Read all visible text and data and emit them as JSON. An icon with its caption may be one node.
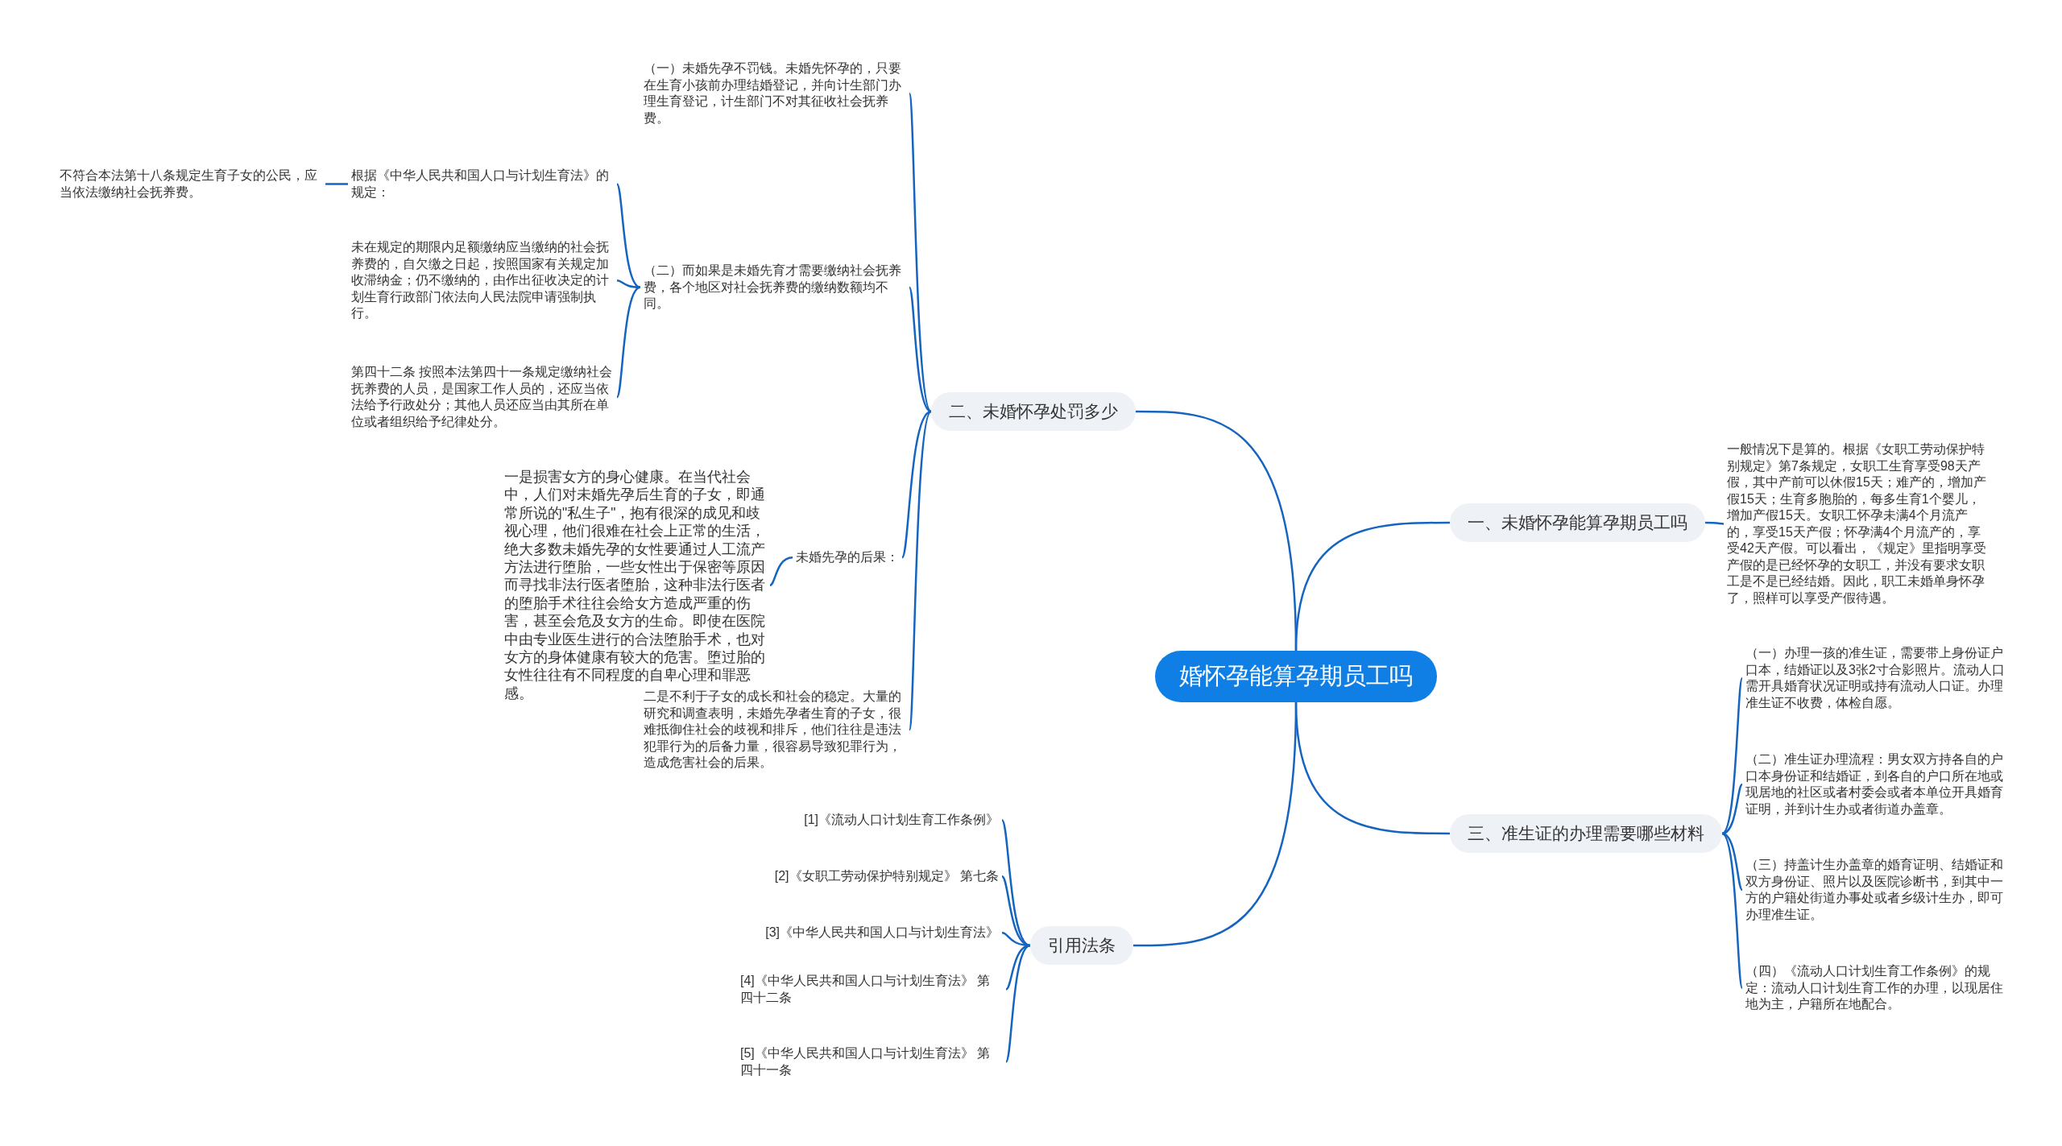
{
  "diagram": {
    "nodes": [
      {
        "text": [
          "婚怀孕能算孕期员工吗"
        ]
      },
      {
        "text": [
          "一、未婚怀孕能算孕期员工吗"
        ]
      },
      {
        "text": [
          "一般情况下是算的。根据《女职工劳动保护特别规定》第7条规定，女职工生育享受98天产假，其中产前可以休假15天；难产的，增加产假15天；生育多胞胎的，每多生育1个婴儿，增加产假15天。女职工怀孕未满4个月流产的，享受15天产假；怀孕满4个月流产的，享受42天产假。可以看出，《规定》里指明享受产假的是已经怀孕的女职工，并没有要求女职工是不是已经结婚。因此，职工未婚单身怀孕了，照样可以享受产假待遇。"
        ]
      },
      {
        "text": [
          "二、未婚怀孕处罚多少"
        ]
      },
      {
        "text": [
          "（一）未婚先孕不罚钱。未婚先怀孕的，只要在生育小孩前办理结婚登记，并向计生部门办理生育登记，计生部门不对其征收社会抚养费。"
        ]
      },
      {
        "text": [
          "（二）而如果是未婚先育才需要缴纳社会抚养费，各个地区对社会抚养费的缴纳数额均不同。"
        ]
      },
      {
        "text": [
          "根据《中华人民共和国人口与计划生育法》的规定："
        ]
      },
      {
        "text": [
          "不符合本法第十八条规定生育子女的公民，应当依法缴纳社会抚养费。"
        ]
      },
      {
        "text": [
          "未在规定的期限内足额缴纳应当缴纳的社会抚养费的，自欠缴之日起，按照国家有关规定加收滞纳金；仍不缴纳的，由作出征收决定的计划生育行政部门依法向人民法院申请强制执行。"
        ]
      },
      {
        "text": [
          "第四十二条 按照本法第四十一条规定缴纳社会抚养费的人员，是国家工作人员的，还应当依法给予行政处分；其他人员还应当由其所在单位或者组织给予纪律处分。"
        ]
      },
      {
        "text": [
          "未婚先孕的后果："
        ]
      },
      {
        "text": [
          "一是损害女方的身心健康。在当代社会中，人们对未婚先孕后生育的子女，即通常所说的\"私生子\"，抱有很深的成见和歧视心理，他们很难在社会上正常的生活，绝大多数未婚先孕的女性要通过人工流产方法进行堕胎，一些女性出于保密等原因而寻找非法行医者堕胎，这种非法行医者的堕胎手术往往会给女方造成严重的伤害，甚至会危及女方的生命。即使在医院中由专业医生进行的合法堕胎手术，也对女方的身体健康有较大的危害。堕过胎的女性往往有不同程度的自卑心理和罪恶感。"
        ]
      },
      {
        "text": [
          "二是不利于子女的成长和社会的稳定。大量的研究和调查表明，未婚先孕者生育的子女，很难抵御住社会的歧视和排斥，他们往往是违法犯罪行为的后备力量，很容易导致犯罪行为，造成危害社会的后果。"
        ]
      },
      {
        "text": [
          "三、准生证的办理需要哪些材料"
        ]
      },
      {
        "text": [
          "（一）办理一孩的准生证，需要带上身份证户口本，结婚证以及3张2寸合影照片。流动人口需开具婚育状况证明或持有流动人口证。办理准生证不收费，体检自愿。"
        ]
      },
      {
        "text": [
          "（二）准生证办理流程：男女双方持各自的户口本身份证和结婚证，到各自的户口所在地或现居地的社区或者村委会或者本单位开具婚育证明，并到计生办或者街道办盖章。"
        ]
      },
      {
        "text": [
          "（三）持盖计生办盖章的婚育证明、结婚证和双方身份证、照片以及医院诊断书，到其中一方的户籍处街道办事处或者乡级计生办，即可办理准生证。"
        ]
      },
      {
        "text": [
          "（四）《流动人口计划生育工作条例》的规定：流动人口计划生育工作的办理，以现居住地为主，户籍所在地配合。"
        ]
      },
      {
        "text": [
          "引用法条"
        ]
      },
      {
        "text": [
          "[1]《流动人口计划生育工作条例》"
        ]
      },
      {
        "text": [
          "[2]《女职工劳动保护特别规定》 第七条"
        ]
      },
      {
        "text": [
          "[3]《中华人民共和国人口与计划生育法》"
        ]
      },
      {
        "text": [
          "[4]《中华人民共和国人口与计划生育法》 第四十二条"
        ]
      },
      {
        "text": [
          "[5]《中华人民共和国人口与计划生育法》 第四十一条"
        ]
      }
    ],
    "edges": [
      {
        "from": 0,
        "to": 1,
        "arrow": "none"
      },
      {
        "from": 1,
        "to": 2,
        "arrow": "none"
      },
      {
        "from": 0,
        "to": 3,
        "arrow": "none"
      },
      {
        "from": 3,
        "to": 4,
        "arrow": "none"
      },
      {
        "from": 3,
        "to": 5,
        "arrow": "none"
      },
      {
        "from": 5,
        "to": 6,
        "arrow": "none"
      },
      {
        "from": 6,
        "to": 7,
        "arrow": "none"
      },
      {
        "from": 5,
        "to": 8,
        "arrow": "none"
      },
      {
        "from": 5,
        "to": 9,
        "arrow": "none"
      },
      {
        "from": 3,
        "to": 10,
        "arrow": "none"
      },
      {
        "from": 10,
        "to": 11,
        "arrow": "none"
      },
      {
        "from": 3,
        "to": 12,
        "arrow": "none"
      },
      {
        "from": 0,
        "to": 13,
        "arrow": "none"
      },
      {
        "from": 13,
        "to": 14,
        "arrow": "none"
      },
      {
        "from": 13,
        "to": 15,
        "arrow": "none"
      },
      {
        "from": 13,
        "to": 16,
        "arrow": "none"
      },
      {
        "from": 13,
        "to": 17,
        "arrow": "none"
      },
      {
        "from": 0,
        "to": 18,
        "arrow": "none"
      },
      {
        "from": 18,
        "to": 19,
        "arrow": "none"
      },
      {
        "from": 18,
        "to": 20,
        "arrow": "none"
      },
      {
        "from": 18,
        "to": 21,
        "arrow": "none"
      },
      {
        "from": 18,
        "to": 22,
        "arrow": "none"
      },
      {
        "from": 18,
        "to": 23,
        "arrow": "none"
      }
    ]
  }
}
